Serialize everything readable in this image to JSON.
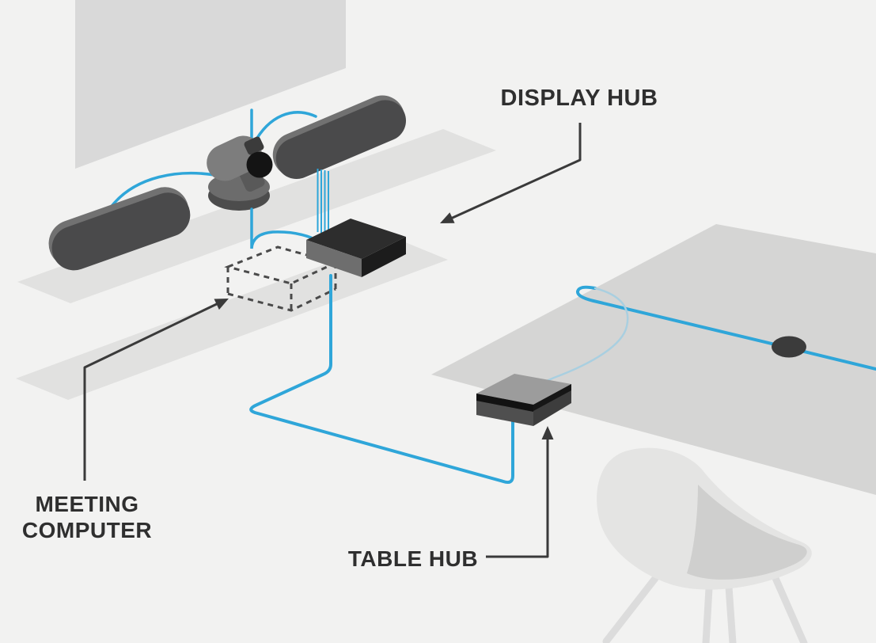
{
  "callouts": {
    "display_hub": {
      "label": "DISPLAY HUB"
    },
    "meeting_computer": {
      "label": "MEETING COMPUTER"
    },
    "table_hub": {
      "label": "TABLE HUB"
    }
  },
  "components": [
    "tv-screen",
    "wall-shelf-upper",
    "wall-shelf-lower",
    "left-speaker",
    "right-speaker",
    "ptz-camera",
    "display-hub-device",
    "meeting-computer-dashed-box",
    "table-hub-device",
    "conference-table",
    "cable-grommet",
    "chair"
  ],
  "colors": {
    "background": "#f2f2f1",
    "cable_blue": "#2fa6d9",
    "cable_thin_blue": "#a9cfe0",
    "label_text": "#2f2f2f",
    "arrow": "#3a3a3a",
    "surface_gray": "#e1e1e0",
    "tv_gray": "#d9d9d9",
    "table_gray": "#d5d5d4",
    "device_dark": "#2d2d2d",
    "speaker_gray": "#4a4a4b"
  }
}
